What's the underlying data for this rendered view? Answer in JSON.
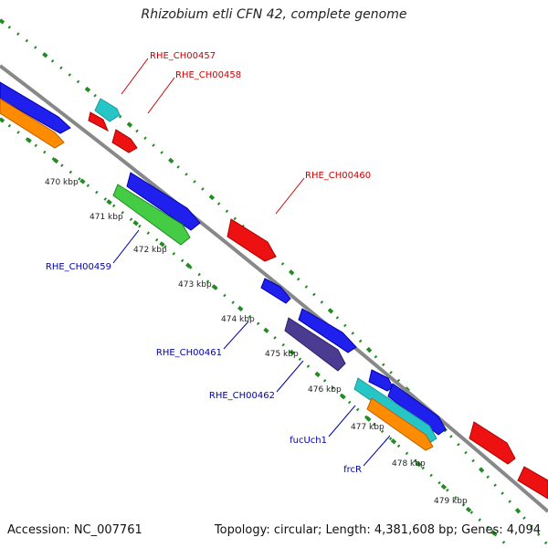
{
  "title": "Rhizobium etli CFN 42, complete genome",
  "footer": {
    "accession": "Accession: NC_007761",
    "topology": "Topology: circular; Length: 4,381,608 bp; Genes: 4,094"
  },
  "colors": {
    "backbone": "#888888",
    "ticks": "#228b22",
    "forward_label": "#cc0000",
    "reverse_label": "#0000aa"
  },
  "scale_labels": [
    "470 kbp",
    "471 kbp",
    "472 kbp",
    "473 kbp",
    "474 kbp",
    "475 kbp",
    "476 kbp",
    "477 kbp",
    "478 kbp",
    "479 kbp"
  ],
  "forward_labels": [
    "RHE_CH00457",
    "RHE_CH00458",
    "RHE_CH00460"
  ],
  "reverse_labels": [
    "RHE_CH00459",
    "RHE_CH00461",
    "RHE_CH00462",
    "fucUch1",
    "frcR"
  ]
}
